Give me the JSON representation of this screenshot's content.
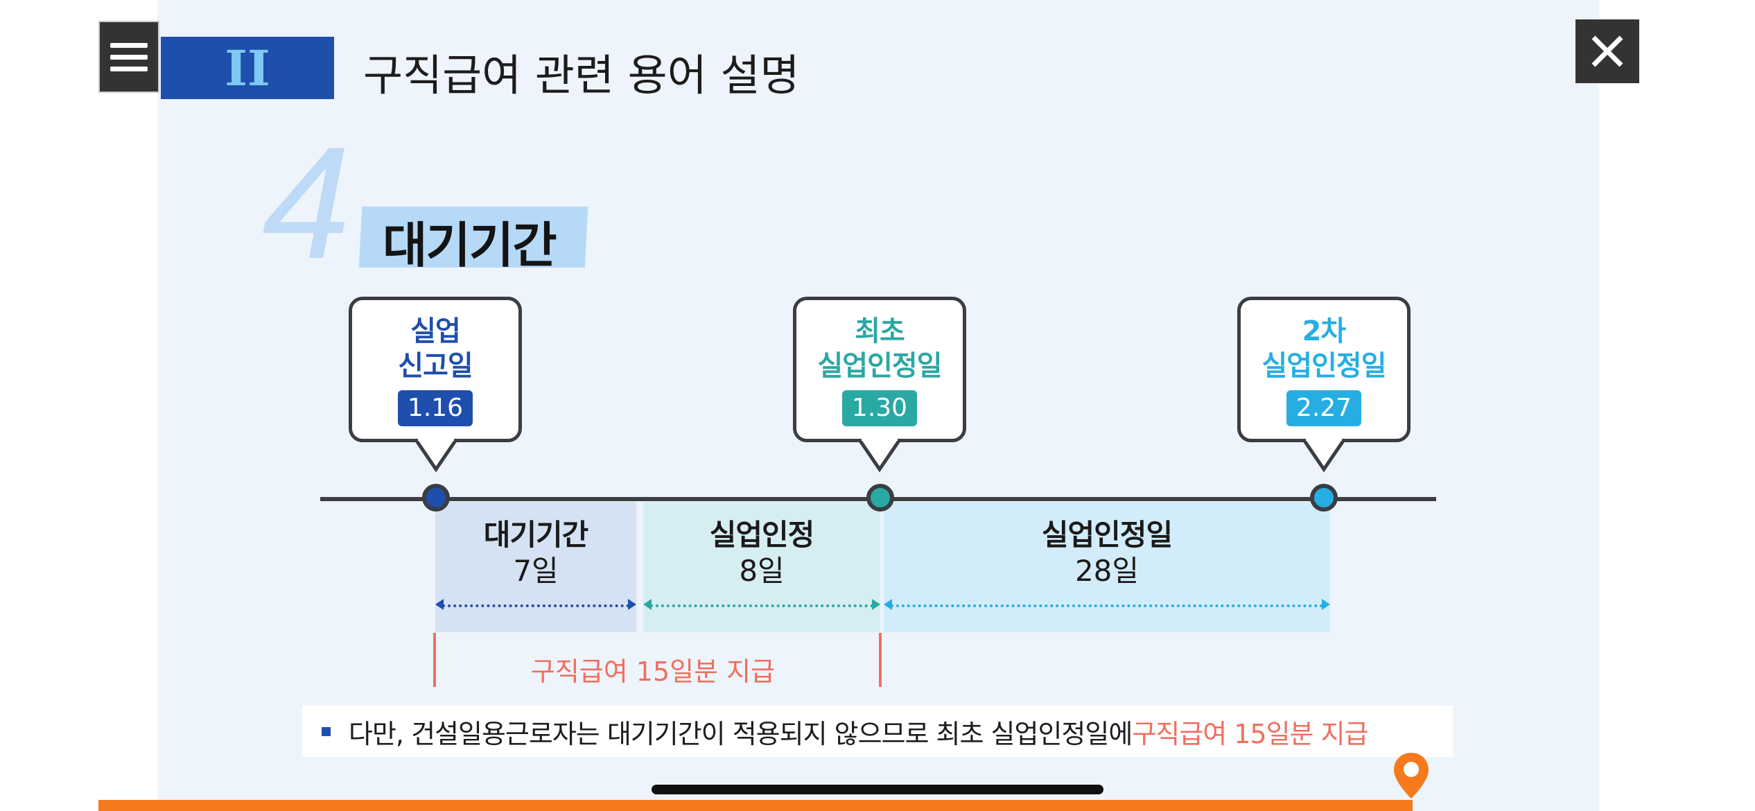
{
  "header": {
    "section_numeral": "II",
    "title": "구직급여 관련 용어 설명"
  },
  "topic": {
    "number": "4",
    "heading": "대기기간"
  },
  "milestones": [
    {
      "line1": "실업",
      "line2": "신고일",
      "date": "1.16",
      "color": "#1f4fac",
      "date_bg": "#1f4fac"
    },
    {
      "line1": "최초",
      "line2": "실업인정일",
      "date": "1.30",
      "color": "#2aa8a3",
      "date_bg": "#2aa8a3"
    },
    {
      "line1": "2차",
      "line2": "실업인정일",
      "date": "2.27",
      "color": "#26aee3",
      "date_bg": "#26aee3"
    }
  ],
  "segments": [
    {
      "label": "대기기간",
      "duration": "7일"
    },
    {
      "label": "실업인정",
      "duration": "8일"
    },
    {
      "label": "실업인정일",
      "duration": "28일"
    }
  ],
  "payment_label": "구직급여 15일분 지급",
  "note": {
    "text": "다만, 건설일용근로자는 대기기간이 적용되지 않으므로 최초 실업인정일에 ",
    "highlight": "구직급여 15일분 지급"
  },
  "colors": {
    "dark_blue": "#1f4fac",
    "teal": "#2aa8a3",
    "sky": "#26aee3",
    "accent_red": "#ef6f5f",
    "progress_orange": "#f67a1c"
  },
  "icons": {
    "menu": "hamburger-menu-icon",
    "close": "close-x-icon",
    "location": "location-pin-icon"
  }
}
